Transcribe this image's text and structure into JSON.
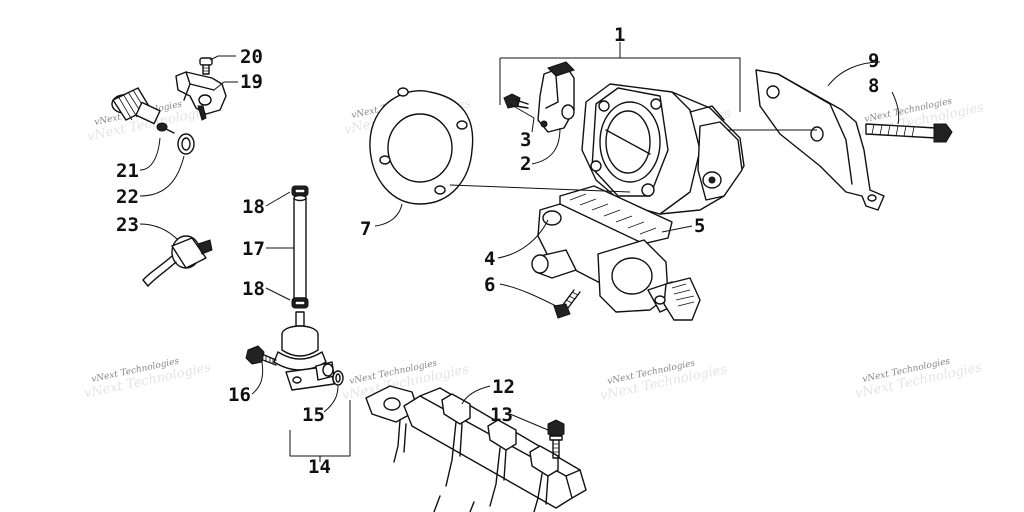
{
  "diagram": {
    "callouts": [
      "1",
      "2",
      "3",
      "4",
      "5",
      "6",
      "7",
      "8",
      "9",
      "12",
      "13",
      "14",
      "15",
      "16",
      "17",
      "18",
      "18",
      "19",
      "20",
      "21",
      "22",
      "23"
    ],
    "watermark_text": "vNext Technologies",
    "colors": {
      "ink": "#111111",
      "watermark": "#888888",
      "background": "#ffffff"
    }
  }
}
